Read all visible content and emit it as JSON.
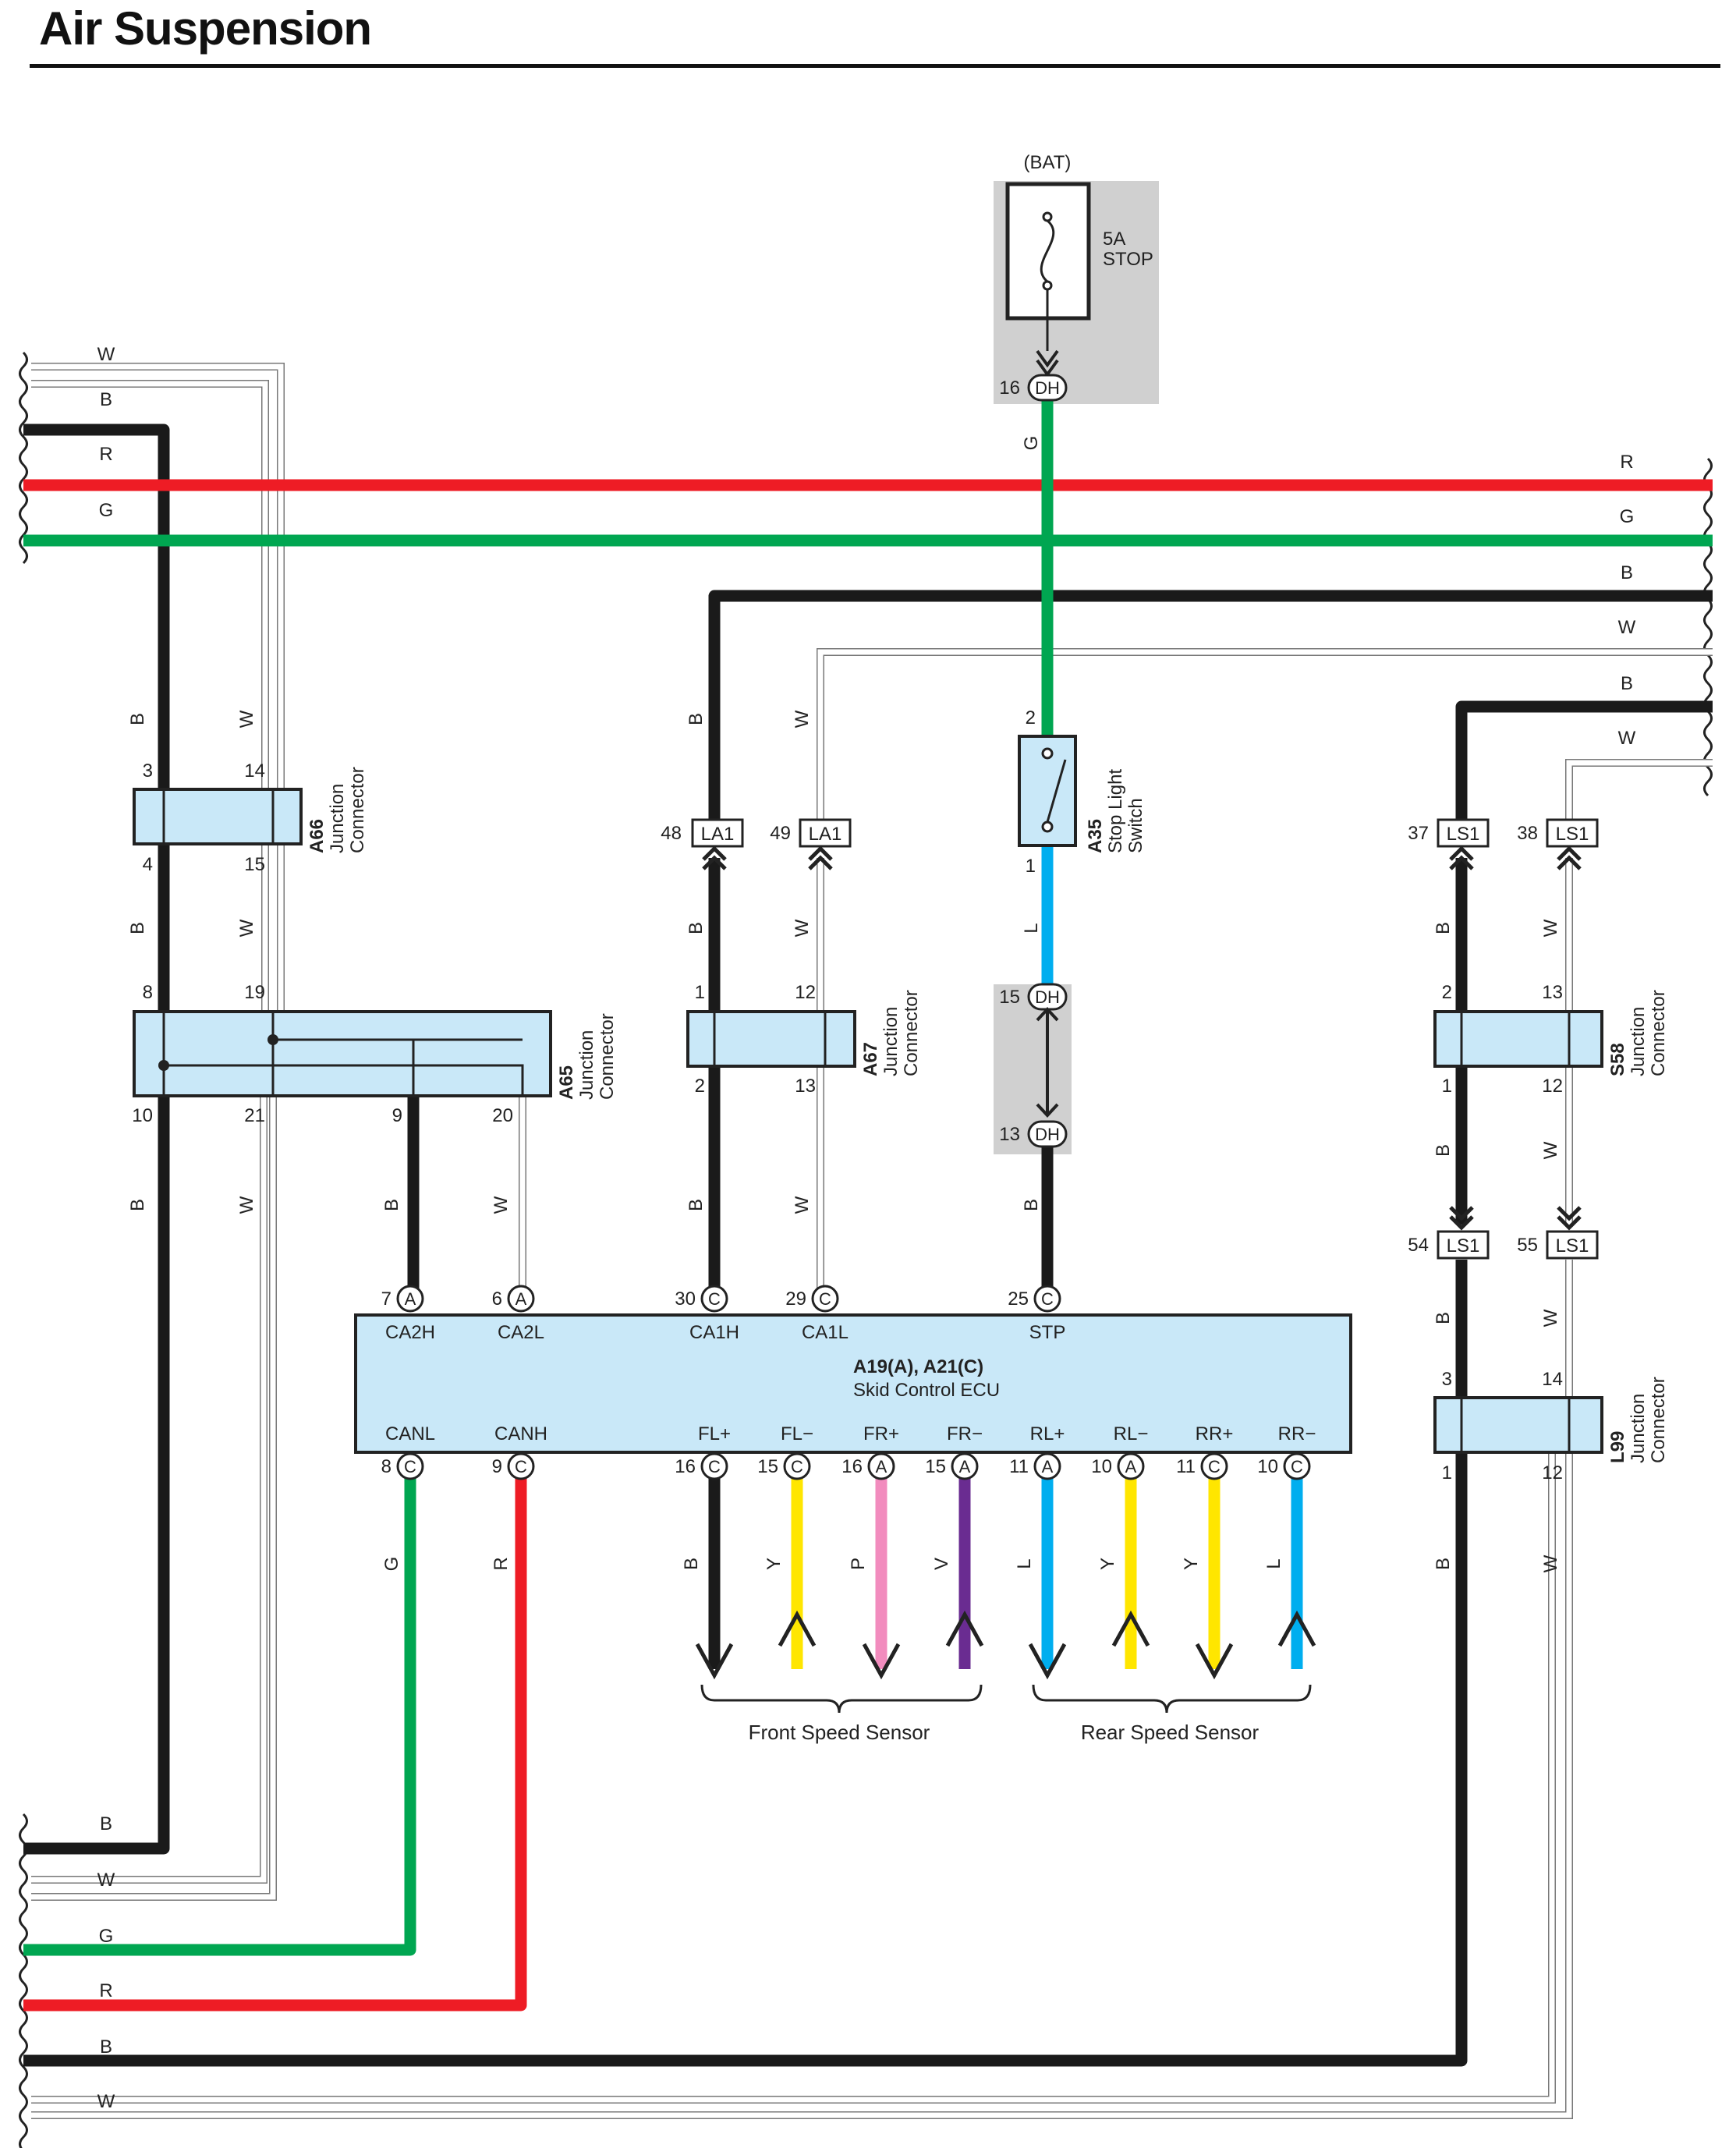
{
  "title": "Air Suspension",
  "colors": {
    "B": "#1a1a1a",
    "W": "#ffffff",
    "R": "#ee1c25",
    "G": "#00a651",
    "L": "#00aeef",
    "Y": "#ffe600",
    "P": "#f28cbe",
    "V": "#6a2c91",
    "box_fill": "#c9e8f8",
    "shade": "#d0d0d0"
  },
  "fuse": {
    "source": "(BAT)",
    "rating": "5A",
    "name": "STOP"
  },
  "side_wires": {
    "left_top": [
      "W",
      "B",
      "R",
      "G"
    ],
    "right_top": [
      "R",
      "G",
      "B",
      "W",
      "B",
      "W"
    ],
    "left_bottom": [
      "B",
      "W",
      "G",
      "R",
      "B",
      "W"
    ]
  },
  "connectors": {
    "A66": {
      "id": "A66",
      "line1": "Junction",
      "line2": "Connector"
    },
    "A65": {
      "id": "A65",
      "line1": "Junction",
      "line2": "Connector"
    },
    "A67": {
      "id": "A67",
      "line1": "Junction",
      "line2": "Connector"
    },
    "S58": {
      "id": "S58",
      "line1": "Junction",
      "line2": "Connector"
    },
    "L99": {
      "id": "L99",
      "line1": "Junction",
      "line2": "Connector"
    }
  },
  "switch": {
    "id": "A35",
    "line1": "Stop Light",
    "line2": "Switch"
  },
  "ecu": {
    "id": "A19(A), A21(C)",
    "name": "Skid Control ECU"
  },
  "ecu_top_pins": [
    {
      "num": "7",
      "conn": "A",
      "label": "CA2H"
    },
    {
      "num": "6",
      "conn": "A",
      "label": "CA2L"
    },
    {
      "num": "30",
      "conn": "C",
      "label": "CA1H"
    },
    {
      "num": "29",
      "conn": "C",
      "label": "CA1L"
    },
    {
      "num": "25",
      "conn": "C",
      "label": "STP"
    }
  ],
  "ecu_bottom_pins": [
    {
      "num": "8",
      "conn": "C",
      "label": "CANL",
      "wire": "G"
    },
    {
      "num": "9",
      "conn": "C",
      "label": "CANH",
      "wire": "R"
    },
    {
      "num": "16",
      "conn": "C",
      "label": "FL+",
      "wire": "B"
    },
    {
      "num": "15",
      "conn": "C",
      "label": "FL−",
      "wire": "Y"
    },
    {
      "num": "16",
      "conn": "A",
      "label": "FR+",
      "wire": "P"
    },
    {
      "num": "15",
      "conn": "A",
      "label": "FR−",
      "wire": "V"
    },
    {
      "num": "11",
      "conn": "A",
      "label": "RL+",
      "wire": "L"
    },
    {
      "num": "10",
      "conn": "A",
      "label": "RL−",
      "wire": "Y"
    },
    {
      "num": "11",
      "conn": "C",
      "label": "RR+",
      "wire": "Y"
    },
    {
      "num": "10",
      "conn": "C",
      "label": "RR−",
      "wire": "L"
    }
  ],
  "inline_connectors": {
    "DH": "DH",
    "LA1": "LA1",
    "LS1": "LS1"
  },
  "pins": {
    "fuse_dh": "16",
    "sw_in": "2",
    "sw_out": "1",
    "dh_top": "15",
    "dh_bot": "13",
    "a66": [
      "3",
      "14",
      "4",
      "15"
    ],
    "a65": [
      "8",
      "19",
      "10",
      "21",
      "9",
      "20"
    ],
    "la1": [
      "48",
      "49"
    ],
    "a67": [
      "1",
      "12",
      "2",
      "13"
    ],
    "ls1_top": [
      "37",
      "38"
    ],
    "s58": [
      "2",
      "13",
      "1",
      "12"
    ],
    "ls1_bot": [
      "54",
      "55"
    ],
    "l99": [
      "3",
      "14",
      "1",
      "12"
    ]
  },
  "sensors": {
    "front": "Front Speed Sensor",
    "rear": "Rear Speed Sensor"
  },
  "wire_letters": {
    "B": "B",
    "W": "W",
    "R": "R",
    "G": "G",
    "L": "L",
    "Y": "Y",
    "P": "P",
    "V": "V"
  }
}
